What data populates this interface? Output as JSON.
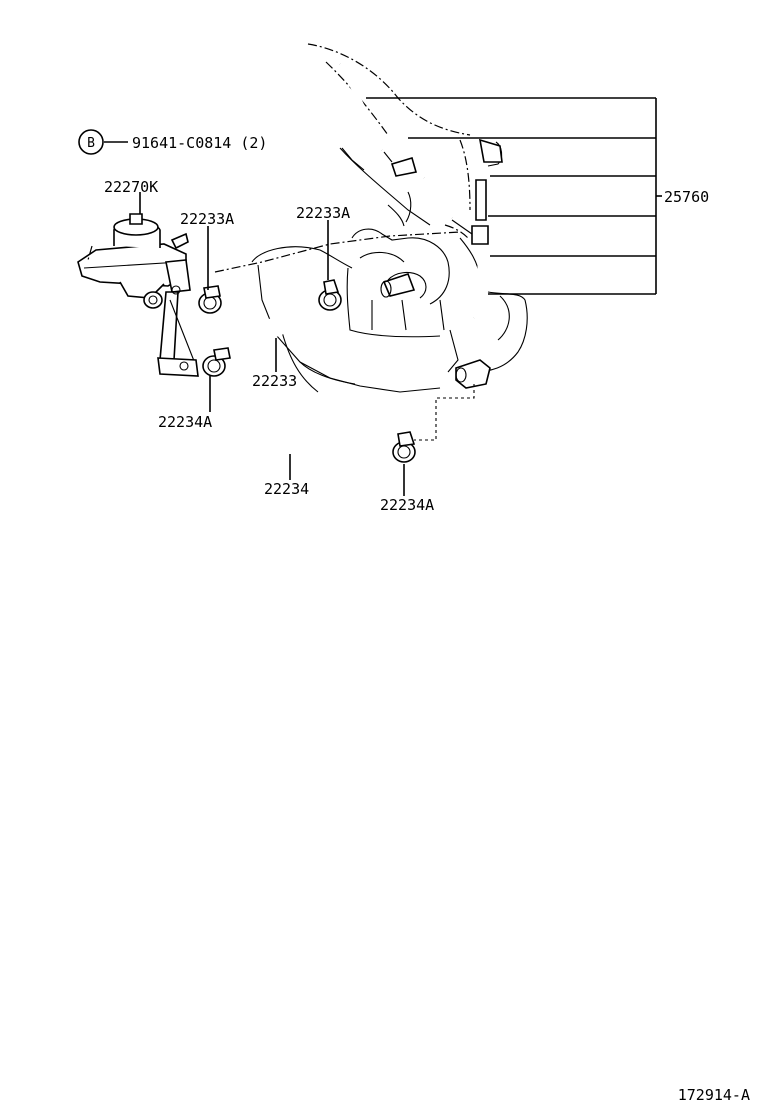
{
  "labels": {
    "circle_ref": "B",
    "bolt": "91641-C0814 (2)",
    "valve": "22270K",
    "clamp_a_left": "22233A",
    "clamp_a_mid": "22233A",
    "hose_22233": "22233",
    "clamp_b_left": "22234A",
    "hose_22234": "22234",
    "clamp_b_right": "22234A",
    "vacuum_hose": "25760"
  },
  "figure_id": "172914-A"
}
